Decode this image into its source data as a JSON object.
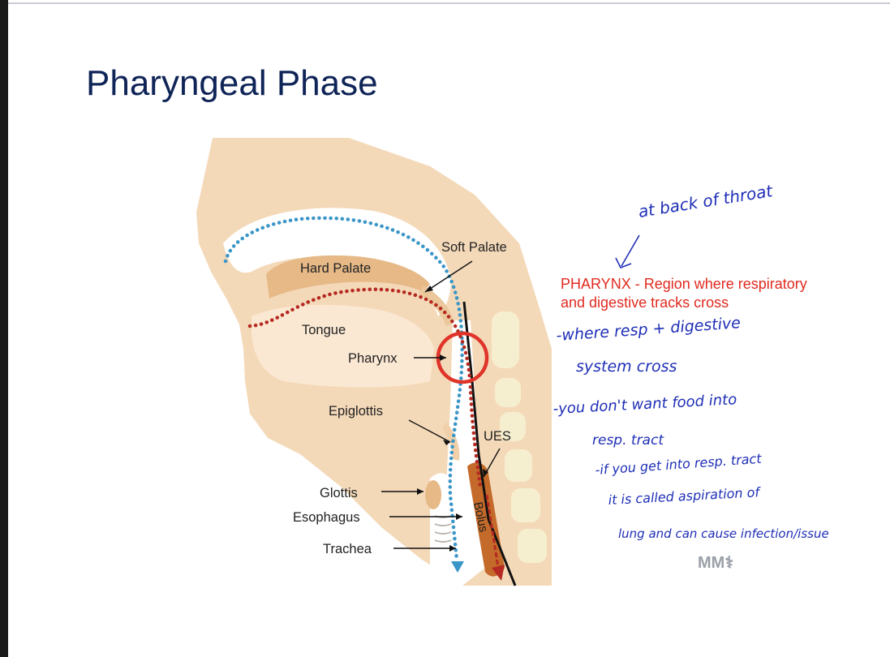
{
  "slide": {
    "title": "Pharyngeal Phase"
  },
  "diagram": {
    "labels": {
      "soft_palate": "Soft Palate",
      "hard_palate": "Hard Palate",
      "tongue": "Tongue",
      "pharynx": "Pharynx",
      "epiglottis": "Epiglottis",
      "ues": "UES",
      "glottis": "Glottis",
      "esophagus": "Esophagus",
      "trachea": "Trachea",
      "bolus": "Bolus"
    },
    "colors": {
      "tissue": "#f4d9b9",
      "palate": "#e6b987",
      "bolus": "#c46a2a",
      "air_path": "#3a96c8",
      "food_path": "#b52a22",
      "highlight_circle": "#e0332a"
    }
  },
  "definition": {
    "line1": "PHARYNX - Region where respiratory",
    "line2": "and digestive tracks cross"
  },
  "annotations": {
    "note_top": "at back of throat",
    "note_1a": "-where resp + digestive",
    "note_1b": "system cross",
    "note_2a": "-you don't want food into",
    "note_2b": "resp. tract",
    "note_3a": "-if you get into resp. tract",
    "note_3b": "it is called aspiration of",
    "note_3c": "lung and can cause infection/issue"
  },
  "logo": {
    "text": "MM⚕"
  }
}
